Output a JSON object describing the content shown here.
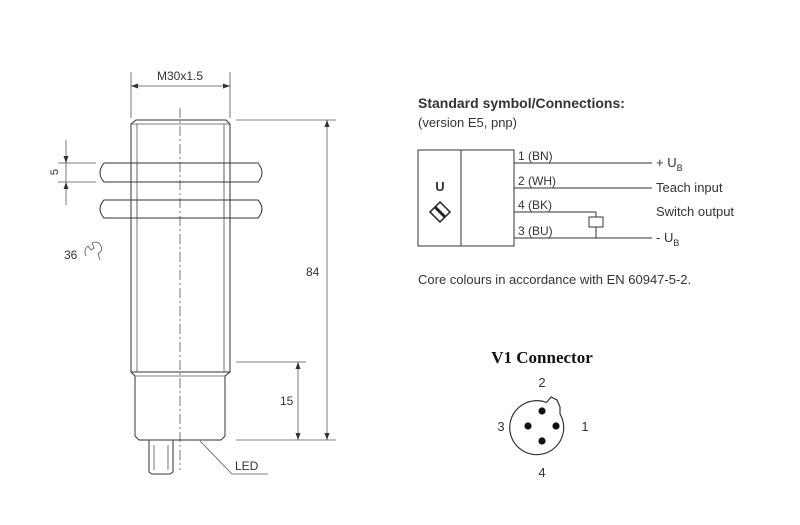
{
  "drawing": {
    "thread_label": "M30x1.5",
    "nut_thickness": "5",
    "wrench_size": "36",
    "length_total": "84",
    "length_tail": "15",
    "led_label": "LED"
  },
  "symbol": {
    "title": "Standard symbol/Connections:",
    "subtitle": "(version E5, pnp)",
    "box_letter": "U",
    "wires": [
      {
        "num": "1 (BN)",
        "func_main": "+ U",
        "func_sub": "B"
      },
      {
        "num": "2 (WH)",
        "func_main": "Teach input",
        "func_sub": ""
      },
      {
        "num": "4 (BK)",
        "func_main": "Switch output",
        "func_sub": ""
      },
      {
        "num": "3 (BU)",
        "func_main": "- U",
        "func_sub": "B"
      }
    ],
    "note": "Core colours in accordance with EN 60947-5-2."
  },
  "connector": {
    "title": "V1 Connector",
    "pins": [
      "1",
      "2",
      "3",
      "4"
    ]
  }
}
